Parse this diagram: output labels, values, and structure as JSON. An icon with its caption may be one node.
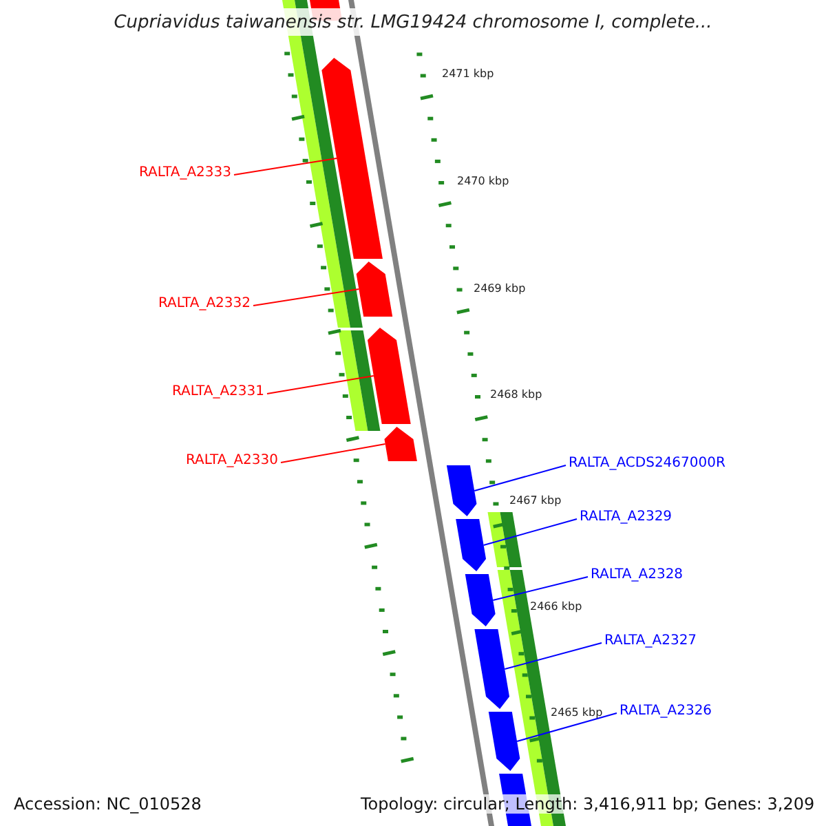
{
  "diagram": {
    "title": "Cupriavidus taiwanensis str. LMG19424 chromosome I, complete...",
    "nodes": [
      {
        "text": [
          "RALTA_A2333"
        ]
      },
      {
        "text": [
          "RALTA_A2332"
        ]
      },
      {
        "text": [
          "RALTA_A2331"
        ]
      },
      {
        "text": [
          "RALTA_A2330"
        ]
      },
      {
        "text": [
          "RALTA_ACDS2467000R"
        ]
      },
      {
        "text": [
          "RALTA_A2329"
        ]
      },
      {
        "text": [
          "RALTA_A2328"
        ]
      },
      {
        "text": [
          "RALTA_A2327"
        ]
      },
      {
        "text": [
          "RALTA_A2326"
        ]
      },
      {
        "text": [],
        "shape": "arrow"
      },
      {
        "text": [],
        "shape": "arrow"
      },
      {
        "text": [],
        "shape": "arrow"
      },
      {
        "text": [],
        "shape": "arrow"
      },
      {
        "text": [],
        "shape": "arrow"
      },
      {
        "text": [],
        "shape": "arrow"
      },
      {
        "text": [],
        "shape": "arrow"
      },
      {
        "text": [],
        "shape": "arrow"
      },
      {
        "text": [],
        "shape": "arrow"
      },
      {
        "text": [],
        "shape": "arrow"
      },
      {
        "text": [],
        "shape": "arrow"
      }
    ],
    "edges": [
      {
        "from": 0,
        "to": 10,
        "arrow": "none",
        "color": "#ff0000"
      },
      {
        "from": 1,
        "to": 11,
        "arrow": "none",
        "color": "#ff0000"
      },
      {
        "from": 2,
        "to": 12,
        "arrow": "none",
        "color": "#ff0000"
      },
      {
        "from": 3,
        "to": 13,
        "arrow": "none",
        "color": "#ff0000"
      },
      {
        "from": 4,
        "to": 14,
        "arrow": "none"
      },
      {
        "from": 5,
        "to": 15,
        "arrow": "none"
      },
      {
        "from": 6,
        "to": 16,
        "arrow": "none"
      },
      {
        "from": 7,
        "to": 17,
        "arrow": "none"
      },
      {
        "from": 8,
        "to": 18,
        "arrow": "none"
      }
    ],
    "labels": [
      "2471 kbp",
      "2470 kbp",
      "2469 kbp",
      "2468 kbp",
      "2467 kbp",
      "2466 kbp",
      "2465 kbp",
      "Accession: NC_010528",
      "Topology: circular; Length: 3,416,911 bp; Genes: 3,209"
    ]
  }
}
